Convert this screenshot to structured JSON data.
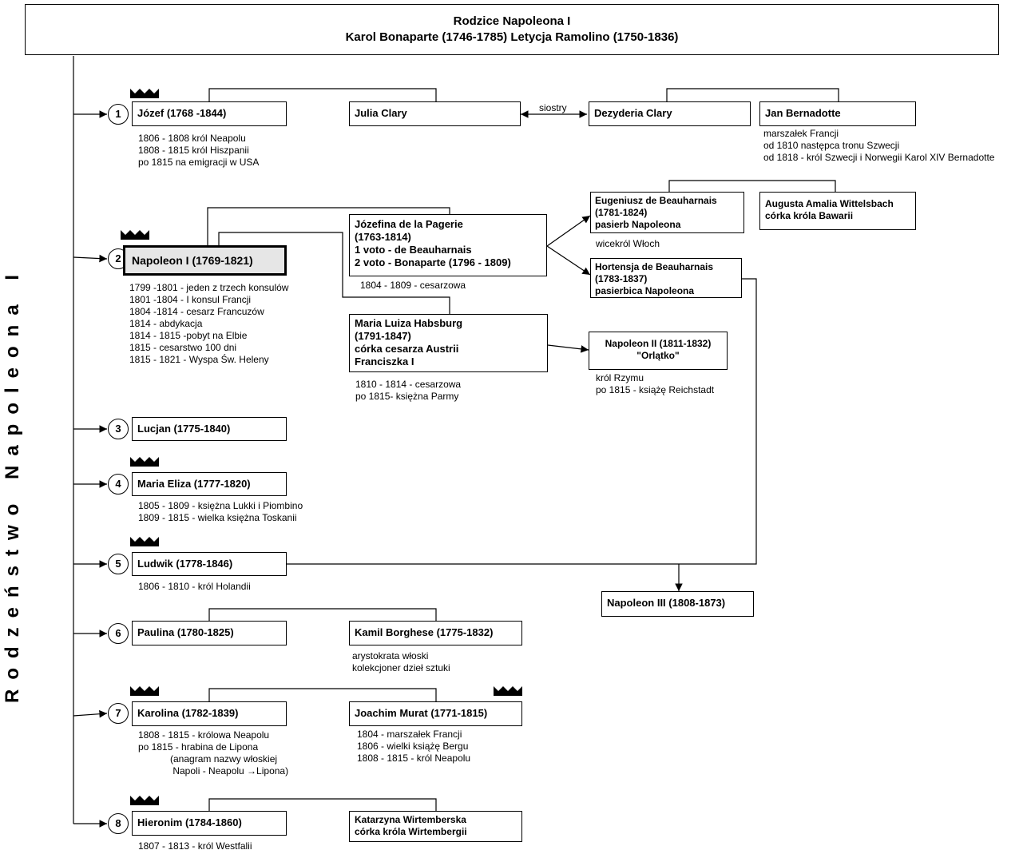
{
  "header": {
    "line1": "Rodzice Napoleona   I",
    "line2": "Karol Bonaparte (1746-1785)   Letycja Ramolino (1750-1836)"
  },
  "side_label": "Rodzeństwo Napoleona I",
  "siblings": [
    {
      "num": "1",
      "name": "Józef  (1768 -1844)",
      "notes": "1806 - 1808 król Neapolu\n1808 - 1815 król Hiszpanii\npo 1815 na emigracji w USA"
    },
    {
      "num": "2",
      "name": "Napoleon I (1769-1821)",
      "notes": "1799 -1801 - jeden z trzech konsulów\n1801 -1804 - I konsul Francji\n1804 -1814 - cesarz Francuzów\n1814 - abdykacja\n1814 - 1815 -pobyt na Elbie\n1815 - cesarstwo 100 dni\n1815 - 1821 - Wyspa Św. Heleny"
    },
    {
      "num": "3",
      "name": "Lucjan (1775-1840)",
      "notes": ""
    },
    {
      "num": "4",
      "name": "Maria Eliza (1777-1820)",
      "notes": "1805 - 1809 - księżna Lukki i Piombino\n1809 - 1815 - wielka księżna Toskanii"
    },
    {
      "num": "5",
      "name": "Ludwik (1778-1846)",
      "notes": "1806 - 1810 - król Holandii"
    },
    {
      "num": "6",
      "name": "Paulina (1780-1825)",
      "notes": ""
    },
    {
      "num": "7",
      "name": "Karolina (1782-1839)",
      "notes": "1808 - 1815 - królowa Neapolu\npo 1815 - hrabina de Lipona\n            (anagram nazwy włoskiej\n             Napoli - Neapolu →Lipona)"
    },
    {
      "num": "8",
      "name": "Hieronim (1784-1860)",
      "notes": "1807 - 1813 - król Westfalii"
    }
  ],
  "others": {
    "julia": {
      "name": "Julia Clary"
    },
    "siostry": "siostry",
    "dezyderia": {
      "name": "Dezyderia Clary"
    },
    "bernadotte": {
      "name": "Jan Bernadotte",
      "notes": "marszałek Francji\nod 1810 następca tronu Szwecji\nod 1818 - król Szwecji i Norwegii Karol XIV Bernadotte"
    },
    "jozefina": {
      "name": "Józefina de la Pagerie\n(1763-1814)\n1 voto - de Beauharnais\n2 voto - Bonaparte (1796 - 1809)",
      "notes": "1804 - 1809 - cesarzowa"
    },
    "eugeniusz": {
      "name": "Eugeniusz de Beauharnais\n(1781-1824)\npasierb Napoleona",
      "notes": "wicekról Włoch"
    },
    "augusta": {
      "name": "Augusta Amalia Wittelsbach\ncórka króla Bawarii"
    },
    "hortensja": {
      "name": "Hortensja de Beauharnais\n(1783-1837)\npasierbica Napoleona"
    },
    "maria_luiza": {
      "name": "Maria Luiza Habsburg\n(1791-1847)\ncórka cesarza Austrii\nFranciszka I",
      "notes": "1810 - 1814 - cesarzowa\npo 1815- księżna Parmy"
    },
    "napoleon2": {
      "name": "Napoleon II (1811-1832)\n\"Orlątko\"",
      "notes": "król Rzymu\npo 1815 - książę Reichstadt"
    },
    "napoleon3": {
      "name": "Napoleon III (1808-1873)"
    },
    "borghese": {
      "name": "Kamil Borghese (1775-1832)",
      "notes": "arystokrata włoski\nkolekcjoner dzieł sztuki"
    },
    "murat": {
      "name": "Joachim Murat (1771-1815)",
      "notes": "1804 - marszałek Francji\n1806 - wielki książę Bergu\n1808 - 1815 - król Neapolu"
    },
    "wirtemberska": {
      "name": "Katarzyna Wirtemberska\ncórka króla Wirtembergii"
    }
  }
}
